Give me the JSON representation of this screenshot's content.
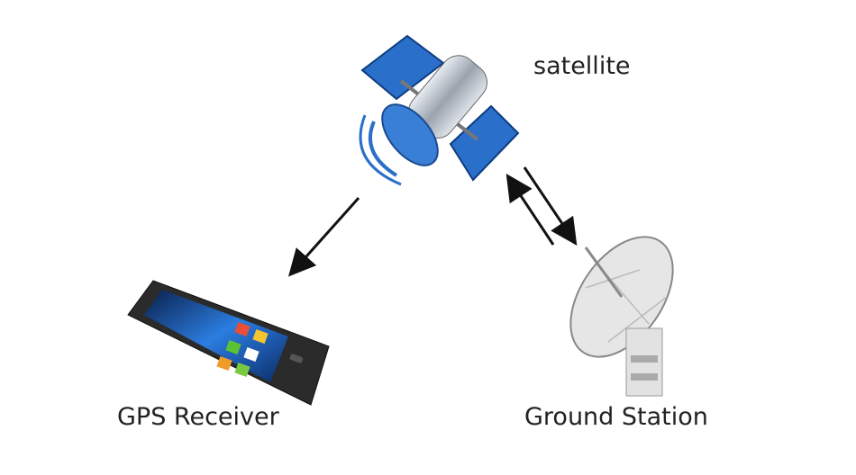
{
  "labels": {
    "satellite": "satellite",
    "receiver": "GPS Receiver",
    "ground": "Ground Station"
  },
  "colors": {
    "panel": "#2a6fc9",
    "arrow": "#111111",
    "phone_body": "#2b2b2b",
    "screen": "#1a4fa8"
  }
}
